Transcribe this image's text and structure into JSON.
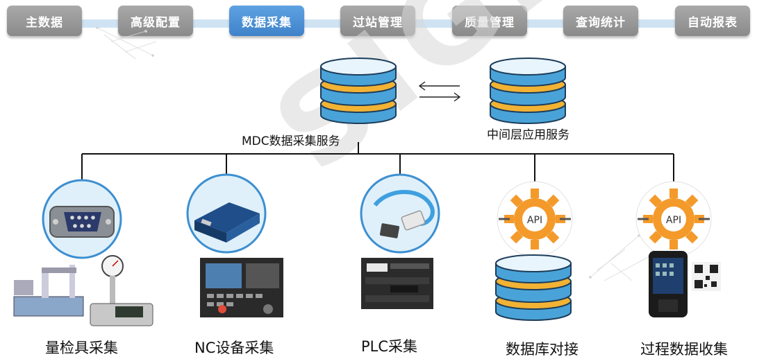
{
  "nav": {
    "tabs": [
      {
        "label": "主数据"
      },
      {
        "label": "高级配置"
      },
      {
        "label": "数据采集",
        "active": true
      },
      {
        "label": "过站管理"
      },
      {
        "label": "质量管理"
      },
      {
        "label": "查询统计"
      },
      {
        "label": "自动报表"
      }
    ]
  },
  "watermark": "SIGER",
  "servers": {
    "mdc_label": "MDC数据采集服务",
    "middle_label": "中间层应用服务"
  },
  "api_badge": "API",
  "categories": [
    {
      "label": "量检具采集",
      "icon": "serial-port-icon"
    },
    {
      "label": "NC设备采集",
      "icon": "serial-server-icon"
    },
    {
      "label": "PLC采集",
      "icon": "ethernet-cable-icon"
    },
    {
      "label": "数据库对接",
      "icon": "api-gear-icon"
    },
    {
      "label": "过程数据收集",
      "icon": "api-gear-icon"
    }
  ],
  "colors": {
    "tab_active": "#4a8fd6",
    "tab_inactive": "#9a9a9a",
    "db_blue": "#4aa3d8",
    "db_gold": "#f2b233",
    "gear_orange": "#f39a2b"
  }
}
